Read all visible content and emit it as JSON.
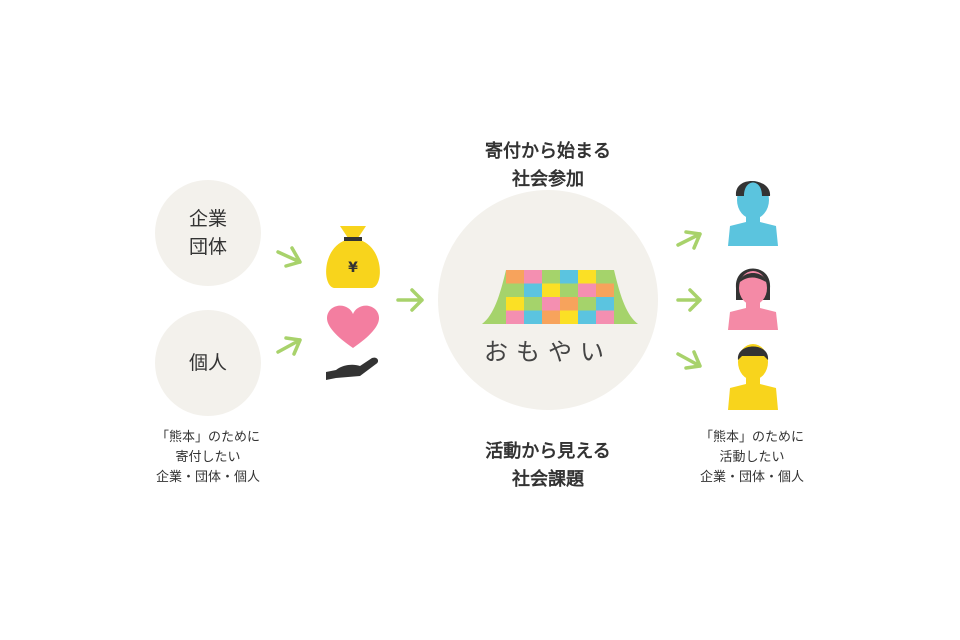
{
  "donors": {
    "corporate": [
      "企業",
      "団体"
    ],
    "individual": "個人"
  },
  "left_caption": [
    "「熊本」のために",
    "寄付したい",
    "企業・団体・個人"
  ],
  "top_heading": [
    "寄付から始まる",
    "社会参加"
  ],
  "bottom_heading": [
    "活動から見える",
    "社会課題"
  ],
  "logo_text": "おもやい",
  "right_caption": [
    "「熊本」のために",
    "活動したい",
    "企業・団体・個人"
  ],
  "money_symbol": "¥",
  "colors": {
    "circle": "#f3f1ec",
    "arrow": "#a8d26b",
    "bag": "#f8d41c",
    "heart": "#f37ea0",
    "person_blue": "#5bc4de",
    "person_pink": "#f48aa6",
    "person_yellow": "#f8d41c"
  }
}
